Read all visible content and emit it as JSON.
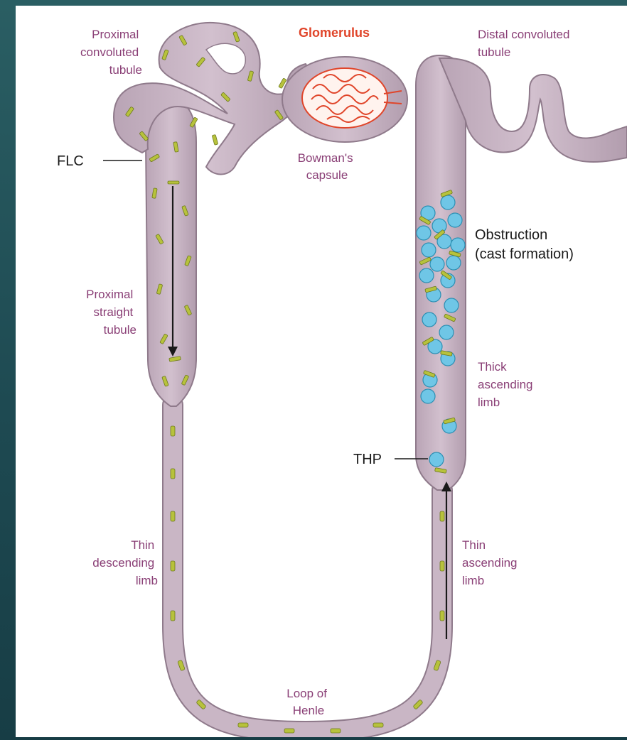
{
  "labels": {
    "glomerulus": "Glomerulus",
    "proximal_convoluted": [
      "Proximal",
      "convoluted",
      "tubule"
    ],
    "distal_convoluted": [
      "Distal convoluted",
      "tubule"
    ],
    "flc": "FLC",
    "bowmans_capsule": [
      "Bowman's",
      "capsule"
    ],
    "obstruction": [
      "Obstruction",
      "(cast formation)"
    ],
    "proximal_straight": [
      "Proximal",
      "straight",
      "tubule"
    ],
    "thick_ascending": [
      "Thick",
      "ascending",
      "limb"
    ],
    "thp": "THP",
    "thin_descending": [
      "Thin",
      "descending",
      "limb"
    ],
    "thin_ascending": [
      "Thin",
      "ascending",
      "limb"
    ],
    "loop_of_henle": [
      "Loop of",
      "Henle"
    ]
  },
  "colors": {
    "tubule": "#c7b3c2",
    "tubule_outline": "#8f7a8b",
    "flc_rod": "#b7c23c",
    "thp_blob": "#6fc6e6",
    "label_purple": "#8a3f76",
    "label_red": "#e0452a"
  }
}
